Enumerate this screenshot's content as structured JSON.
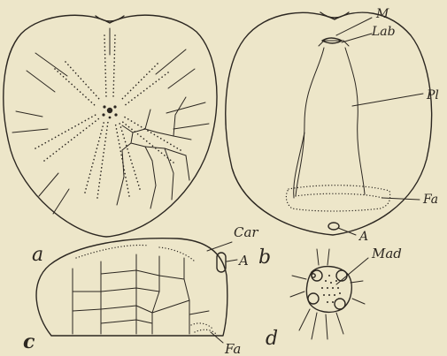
{
  "panels": {
    "a": {
      "letter": "a"
    },
    "b": {
      "letter": "b",
      "labels": {
        "m": "M",
        "lab": "Lab",
        "pl": "Pl",
        "fa": "Fa",
        "a": "A"
      }
    },
    "c": {
      "letter": "c",
      "labels": {
        "car": "Car",
        "a": "A",
        "fa": "Fa"
      }
    },
    "d": {
      "letter": "d",
      "labels": {
        "mad": "Mad"
      }
    }
  },
  "colors": {
    "paper": "#ede6c9",
    "ink": "#2c2721"
  }
}
